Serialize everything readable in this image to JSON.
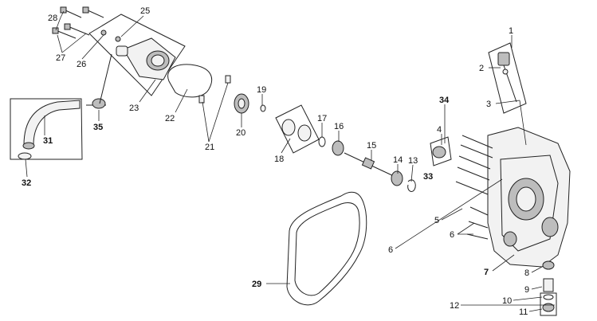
{
  "callouts": {
    "c1": "1",
    "c2": "2",
    "c3": "3",
    "c4": "4",
    "c5": "5",
    "c6a": "6",
    "c6b": "6",
    "c7": "7",
    "c8": "8",
    "c9": "9",
    "c10": "10",
    "c11": "11",
    "c12": "12",
    "c13": "13",
    "c14": "14",
    "c15": "15",
    "c16": "16",
    "c17": "17",
    "c18": "18",
    "c19": "19",
    "c20": "20",
    "c21": "21",
    "c22": "22",
    "c23": "23",
    "c25": "25",
    "c26": "26",
    "c27": "27",
    "c28": "28",
    "c29": "29",
    "c31": "31",
    "c32": "32",
    "c33": "33",
    "c34": "34",
    "c35": "35"
  }
}
